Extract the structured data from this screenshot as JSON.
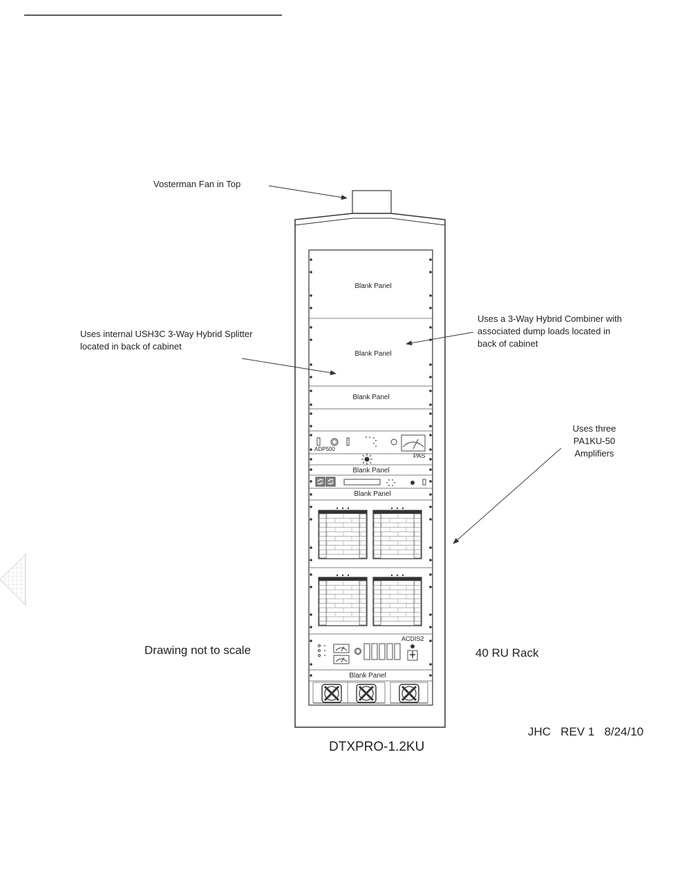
{
  "annotations": {
    "fan_top": "Vosterman Fan in Top",
    "splitter": [
      "Uses internal USH3C 3-Way Hybrid Splitter",
      "located in back of cabinet"
    ],
    "combiner": [
      "Uses a 3-Way Hybrid Combiner with",
      "associated dump loads located in",
      "back of cabinet"
    ],
    "amplifiers": [
      "Uses three",
      "PA1KU-50",
      "Amplifiers"
    ],
    "not_to_scale": "Drawing not to scale",
    "rack_size": "40 RU Rack",
    "revision": "JHC   REV 1   8/24/10",
    "model": "DTXPRO-1.2KU"
  },
  "panels": {
    "blank_1": "Blank Panel",
    "blank_2": "Blank Panel",
    "blank_3": "Blank Panel",
    "blank_4": "Blank Panel",
    "blank_5": "Blank Panel",
    "blank_6": "Blank Panel",
    "adp": "ADP500",
    "pas": "PAS",
    "acdis": "ACDIS2"
  },
  "colors": {
    "line": "#333333",
    "meter": "#dddddd",
    "nav_tab": "#e3e3e3"
  }
}
